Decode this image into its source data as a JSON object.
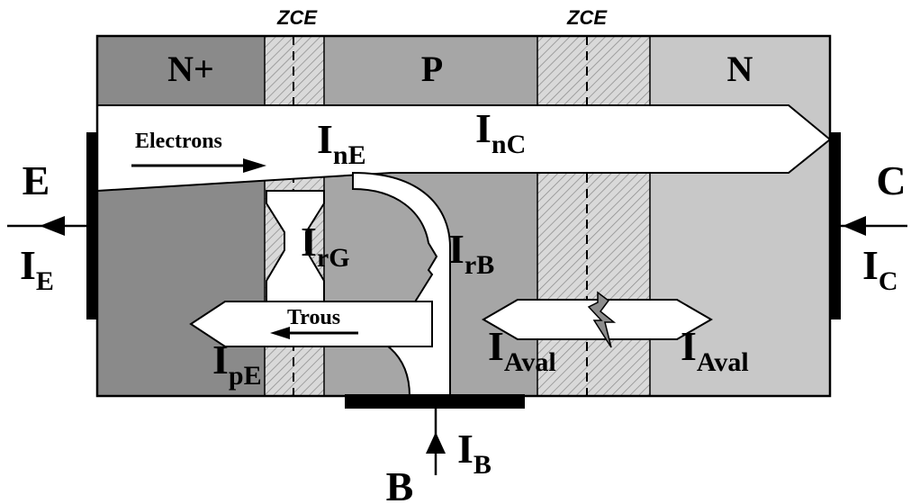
{
  "zone_label": "ZCE",
  "regions": {
    "emitter": "N+",
    "base": "P",
    "collector": "N"
  },
  "terminals": {
    "emitter": "E",
    "collector": "C",
    "base": "B"
  },
  "currents": {
    "emitter": {
      "main": "I",
      "sub": "E"
    },
    "collector": {
      "main": "I",
      "sub": "C"
    },
    "base": {
      "main": "I",
      "sub": "B"
    },
    "nE": {
      "main": "I",
      "sub": "nE"
    },
    "nC": {
      "main": "I",
      "sub": "nC"
    },
    "rG": {
      "main": "I",
      "sub": "rG"
    },
    "rB": {
      "main": "I",
      "sub": "rB"
    },
    "pE": {
      "main": "I",
      "sub": "pE"
    },
    "aval_left": {
      "main": "I",
      "sub": "Aval"
    },
    "aval_right": {
      "main": "I",
      "sub": "Aval"
    }
  },
  "carriers": {
    "electrons": "Electrons",
    "holes": "Trous"
  },
  "colors": {
    "n_plus": "#8a8a8a",
    "p": "#a6a6a6",
    "n": "#c8c8c8",
    "zce_fill": "#d9d9d9",
    "zce_hatch": "#8c8c8c",
    "flow": "#ffffff",
    "contact": "#000000",
    "lightning": "#8c8c8c"
  }
}
